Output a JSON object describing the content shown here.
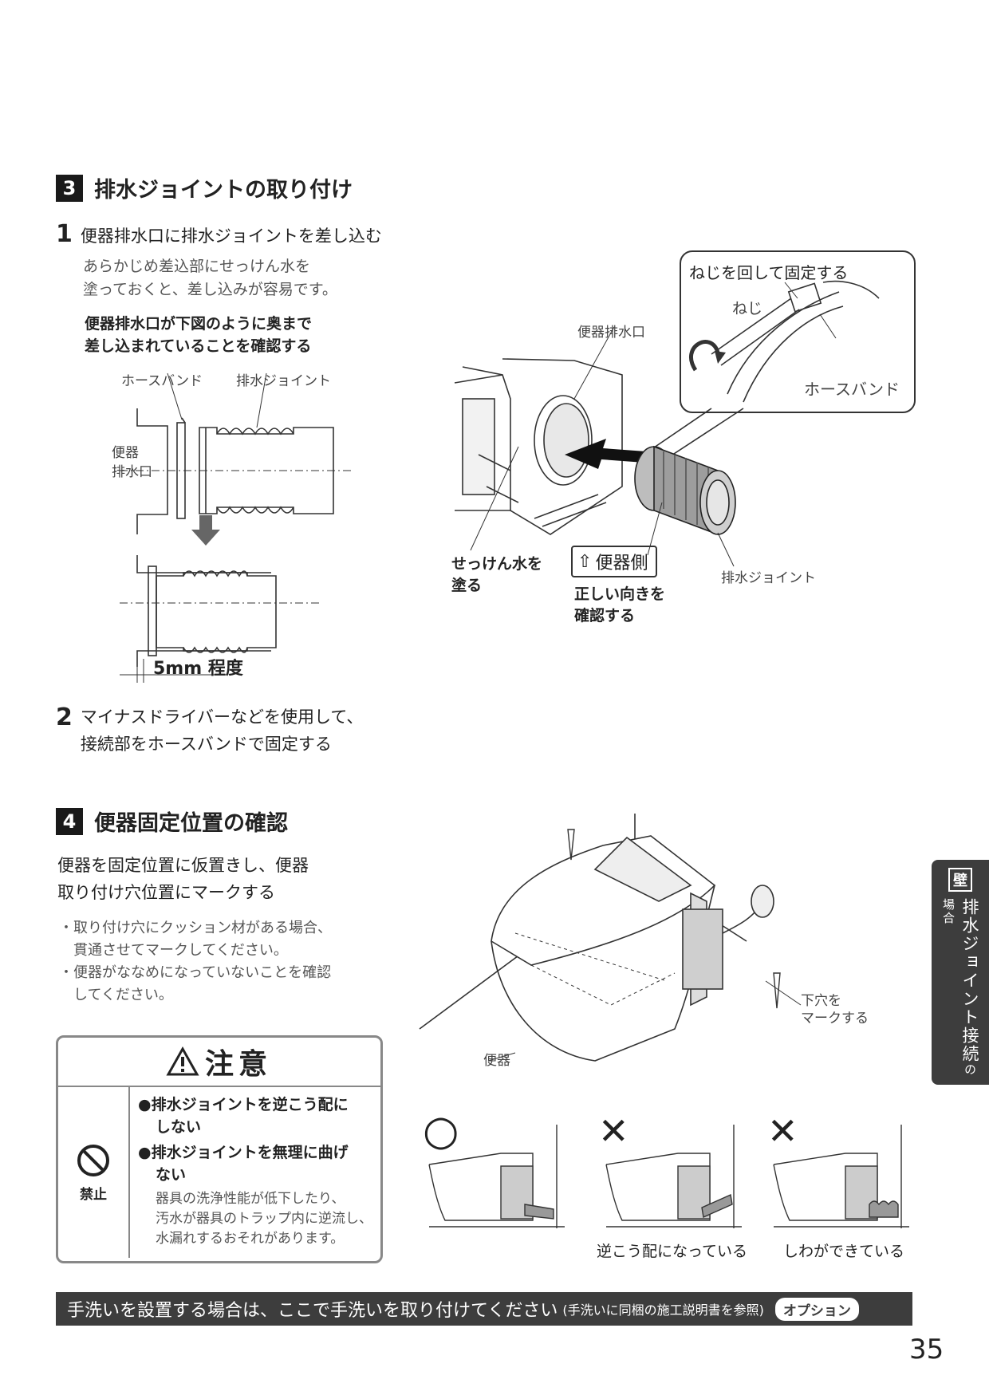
{
  "section3": {
    "num": "3",
    "title": "排水ジョイントの取り付け",
    "step1": {
      "num": "1",
      "text": "便器排水口に排水ジョイントを差し込む",
      "note_line1": "あらかじめ差込部にせっけん水を",
      "note_line2": "塗っておくと、差し込みが容易です。",
      "check_line1": "便器排水口が下図のように奥まで",
      "check_line2": "差し込まれていることを確認する",
      "label_hoseband": "ホースバンド",
      "label_joint": "排水ジョイント",
      "label_outlet_line1": "便器",
      "label_outlet_line2": "排水口",
      "label_depth": "5mm 程度"
    },
    "step2": {
      "num": "2",
      "text_line1": "マイナスドライバーなどを使用して、",
      "text_line2": "接続部をホースバンドで固定する"
    },
    "illus": {
      "callout_title": "ねじを回して固定する",
      "label_screw": "ねじ",
      "label_hoseband": "ホースバンド",
      "label_outlet": "便器排水口",
      "label_soap_line1": "せっけん水を",
      "label_soap_line2": "塗る",
      "label_side": "便器側",
      "label_orient_line1": "正しい向きを",
      "label_orient_line2": "確認する",
      "label_joint": "排水ジョイント"
    }
  },
  "section4": {
    "num": "4",
    "title": "便器固定位置の確認",
    "text_line1": "便器を固定位置に仮置きし、便器",
    "text_line2": "取り付け穴位置にマークする",
    "bullet1_line1": "・取り付け穴にクッション材がある場合、",
    "bullet1_line2": "貫通させてマークしてください。",
    "bullet2_line1": "・便器がななめになっていないことを確認",
    "bullet2_line2": "してください。",
    "label_toilet": "便器",
    "label_mark_line1": "下穴を",
    "label_mark_line2": "マークする",
    "ok_symbol": "○",
    "ng_symbol": "✕",
    "ng1_caption": "逆こう配になっている",
    "ng2_caption": "しわができている"
  },
  "caution": {
    "title": "注意",
    "prohibit_label": "禁止",
    "item1_line1": "●排水ジョイントを逆こう配に",
    "item1_line2": "しない",
    "item2_line1": "●排水ジョイントを無理に曲げ",
    "item2_line2": "ない",
    "detail_line1": "器具の洗浄性能が低下したり、",
    "detail_line2": "汚水が器具のトラップ内に逆流し、",
    "detail_line3": "水漏れするおそれがあります。"
  },
  "side_tab": {
    "badge": "壁",
    "text": "排水ジョイント接続",
    "suffix": "の場合"
  },
  "bottom_bar": {
    "text": "手洗いを設置する場合は、ここで手洗いを取り付けてください",
    "sub": "(手洗いに同梱の施工説明書を参照)",
    "badge": "オプション"
  },
  "page_number": "35",
  "colors": {
    "dark": "#3d3d3d",
    "text": "#222222",
    "border": "#888888"
  }
}
